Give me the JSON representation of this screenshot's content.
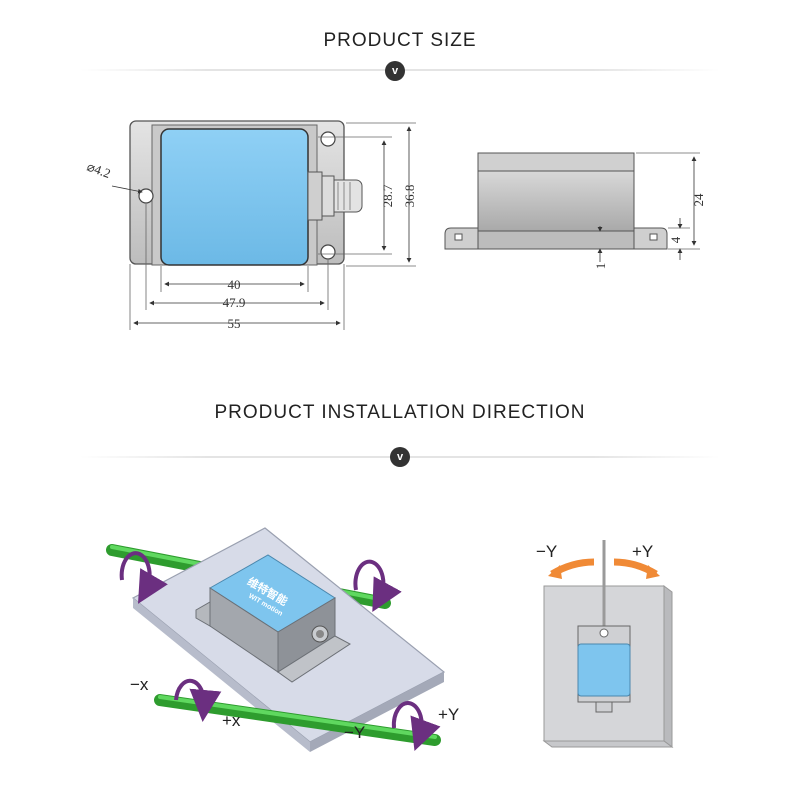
{
  "sections": {
    "size_title": "PRODUCT  SIZE",
    "install_title": "PRODUCT  INSTALLATION  DIRECTION",
    "chevron": "v"
  },
  "dimensions": {
    "hole_diameter": "⌀4.2",
    "width_inner": "40",
    "width_mid": "47.9",
    "width_total": "55",
    "height_inner": "28.7",
    "height_total": "36.8",
    "side_height": "24",
    "flange_thickness": "4",
    "slot_depth": "1"
  },
  "axes": {
    "minus_x": "−x",
    "plus_x": "+x",
    "minus_y": "−Y",
    "plus_y": "+Y"
  },
  "wall_axes": {
    "minus_y": "−Y",
    "plus_y": "+Y"
  },
  "device": {
    "brand_cn": "维特智能",
    "brand_en": "WIT motion"
  },
  "colors": {
    "screen_blue": "#7ec5ee",
    "housing": "#d6d6d6",
    "axis_green": "#3ec23e",
    "rotation_purple": "#6b2f80",
    "arrow_orange": "#f08a36"
  }
}
